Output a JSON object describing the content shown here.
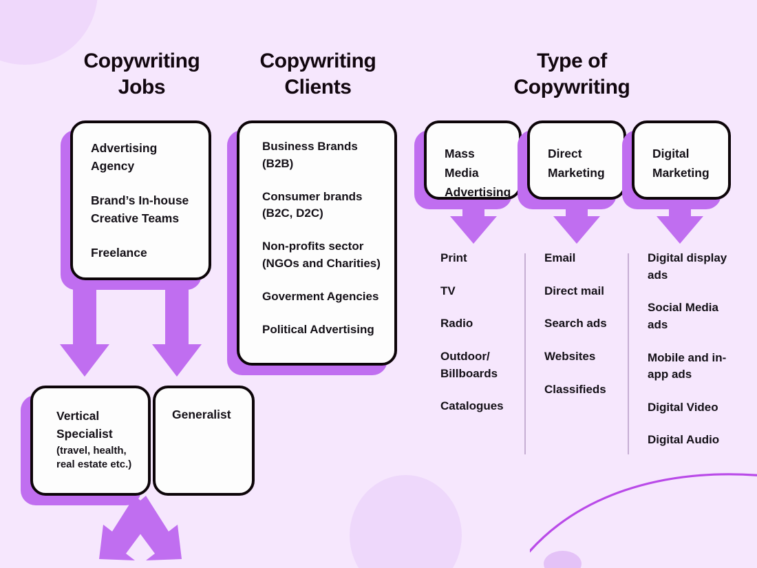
{
  "palette": {
    "background": "#f6e7fd",
    "accent_purple": "#c06ef0",
    "card_outline": "#0d0509",
    "card_fill": "#fdfdfd",
    "text": "#141017",
    "divider": "#c6aed3"
  },
  "columns": {
    "jobs": {
      "header": "Copywriting\nJobs"
    },
    "clients": {
      "header": "Copywriting\nClients"
    },
    "type": {
      "header": "Type of\nCopywriting"
    }
  },
  "headers": {
    "jobs_line1": "Copywriting",
    "jobs_line2": "Jobs",
    "clients_line1": "Copywriting",
    "clients_line2": "Clients",
    "type_line1": "Type of",
    "type_line2": "Copywriting"
  },
  "jobs_card": {
    "entries": [
      "Advertising Agency",
      "Brand’s In-house Creative Teams",
      "Freelance"
    ]
  },
  "clients_card": {
    "entries": [
      "Business Brands (B2B)",
      "Consumer brands (B2C, D2C)",
      "Non-profits sector (NGOs and Charities)",
      "Goverment Agencies",
      "Political Advertising"
    ]
  },
  "job_outcomes": {
    "vertical": {
      "title": "Vertical Specialist",
      "detail": "(travel, health, real estate etc.)"
    },
    "generalist": {
      "title": "Generalist"
    }
  },
  "type_cards": [
    {
      "label": "Mass Media Advertising"
    },
    {
      "label": "Direct Marketing"
    },
    {
      "label": "Digital Marketing"
    }
  ],
  "type_lists": [
    {
      "parent": "Mass Media Advertising",
      "items": [
        "Print",
        "TV",
        "Radio",
        "Outdoor/ Billboards",
        "Catalogues"
      ]
    },
    {
      "parent": "Direct Marketing",
      "items": [
        "Email",
        "Direct mail",
        "Search ads",
        "Websites",
        "Classifieds"
      ]
    },
    {
      "parent": "Digital Marketing",
      "items": [
        "Digital display ads",
        "Social Media ads",
        "Mobile and in-app ads",
        "Digital Video",
        "Digital Audio"
      ]
    }
  ],
  "icons": {
    "arrow_down": "arrow-down-icon",
    "arrow_branch": "arrow-branch-icon"
  }
}
